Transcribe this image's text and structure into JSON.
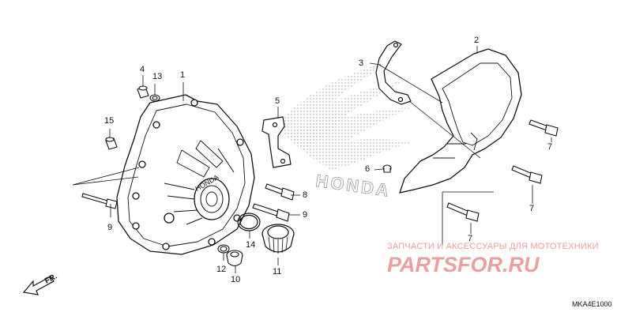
{
  "diagram": {
    "callouts": {
      "n1": "1",
      "n2": "2",
      "n3": "3",
      "n4": "4",
      "n5": "5",
      "n6": "6",
      "n7a": "7",
      "n7b": "7",
      "n7c": "7",
      "n8": "8",
      "n9a": "9",
      "n9b": "9",
      "n10": "10",
      "n11": "11",
      "n13": "13",
      "n14": "14",
      "n15": "15",
      "n12": "12"
    },
    "front_marker": "FR.",
    "diagram_code": "MKA4E1000",
    "watermark_logo_text": "HONDA"
  },
  "watermark": {
    "tagline": "ЗАПЧАСТИ И АКСЕССУАРЫ ДЛЯ МОТОТЕХНИКИ",
    "brand": "PARTSFOR.RU",
    "color": "#e8a0a0"
  }
}
